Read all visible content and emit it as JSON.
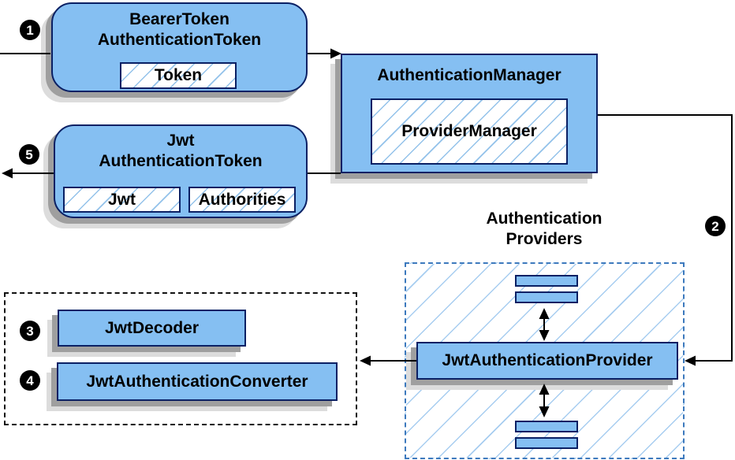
{
  "colors": {
    "box_fill": "#85bff2",
    "box_border": "#0a2064",
    "hatch_line": "#93c2ea",
    "providers_dash_border": "#3c79bd",
    "helpers_dash_border": "#111111",
    "shadow_dark": "#9f9f9f",
    "shadow_light": "#dcdcdc",
    "connector": "#000000",
    "badge_bg": "#000000",
    "badge_text": "#ffffff"
  },
  "steps": {
    "s1": "1",
    "s2": "2",
    "s3": "3",
    "s4": "4",
    "s5": "5"
  },
  "nodes": {
    "bearer": {
      "title1": "BearerToken",
      "title2": "AuthenticationToken",
      "token": "Token"
    },
    "manager": {
      "title": "AuthenticationManager",
      "inner": "ProviderManager"
    },
    "jwt": {
      "title1": "Jwt",
      "title2": "AuthenticationToken",
      "field1": "Jwt",
      "field2": "Authorities"
    },
    "providers": {
      "label1": "Authentication",
      "label2": "Providers",
      "main": "JwtAuthenticationProvider"
    },
    "helpers": {
      "decoder": "JwtDecoder",
      "converter": "JwtAuthenticationConverter"
    }
  }
}
